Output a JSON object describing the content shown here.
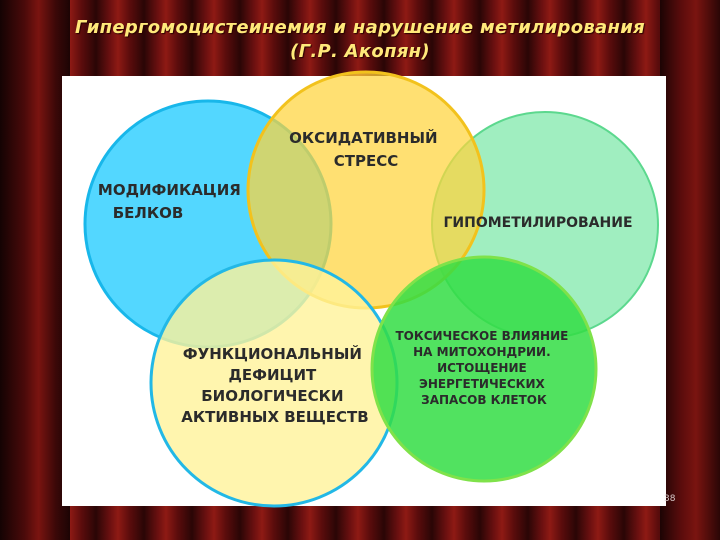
{
  "slide": {
    "title_line1": "Гипергомоцистеинемия и нарушение метилирования",
    "title_line2": "(Г.Р. Акопян)",
    "page_number": "38"
  },
  "diagram": {
    "circles": [
      {
        "id": "oxidative",
        "color": "#ffd43b",
        "lines": [
          "ОКСИДАТИВНЫЙ",
          "СТРЕСС"
        ]
      },
      {
        "id": "protein",
        "color": "#22ccff",
        "lines": [
          "МОДИФИКАЦИЯ",
          "БЕЛКОВ"
        ]
      },
      {
        "id": "hypomethyl",
        "color": "#7be8a8",
        "lines": [
          "ГИПОМЕТИЛИРОВАНИЕ"
        ]
      },
      {
        "id": "functional",
        "color": "#fff29a",
        "lines": [
          "ФУНКЦИОНАЛЬНЫЙ",
          "ДЕФИЦИТ",
          "БИОЛОГИЧЕСКИ",
          "АКТИВНЫХ ВЕЩЕСТВ"
        ]
      },
      {
        "id": "toxic",
        "color": "#33dd44",
        "lines": [
          "ТОКСИЧЕСКОЕ ВЛИЯНИЕ",
          "НА МИТОХОНДРИИ.",
          "ИСТОЩЕНИЕ",
          "ЭНЕРГЕТИЧЕСКИХ",
          "ЗАПАСОВ КЛЕТОК"
        ]
      }
    ]
  }
}
